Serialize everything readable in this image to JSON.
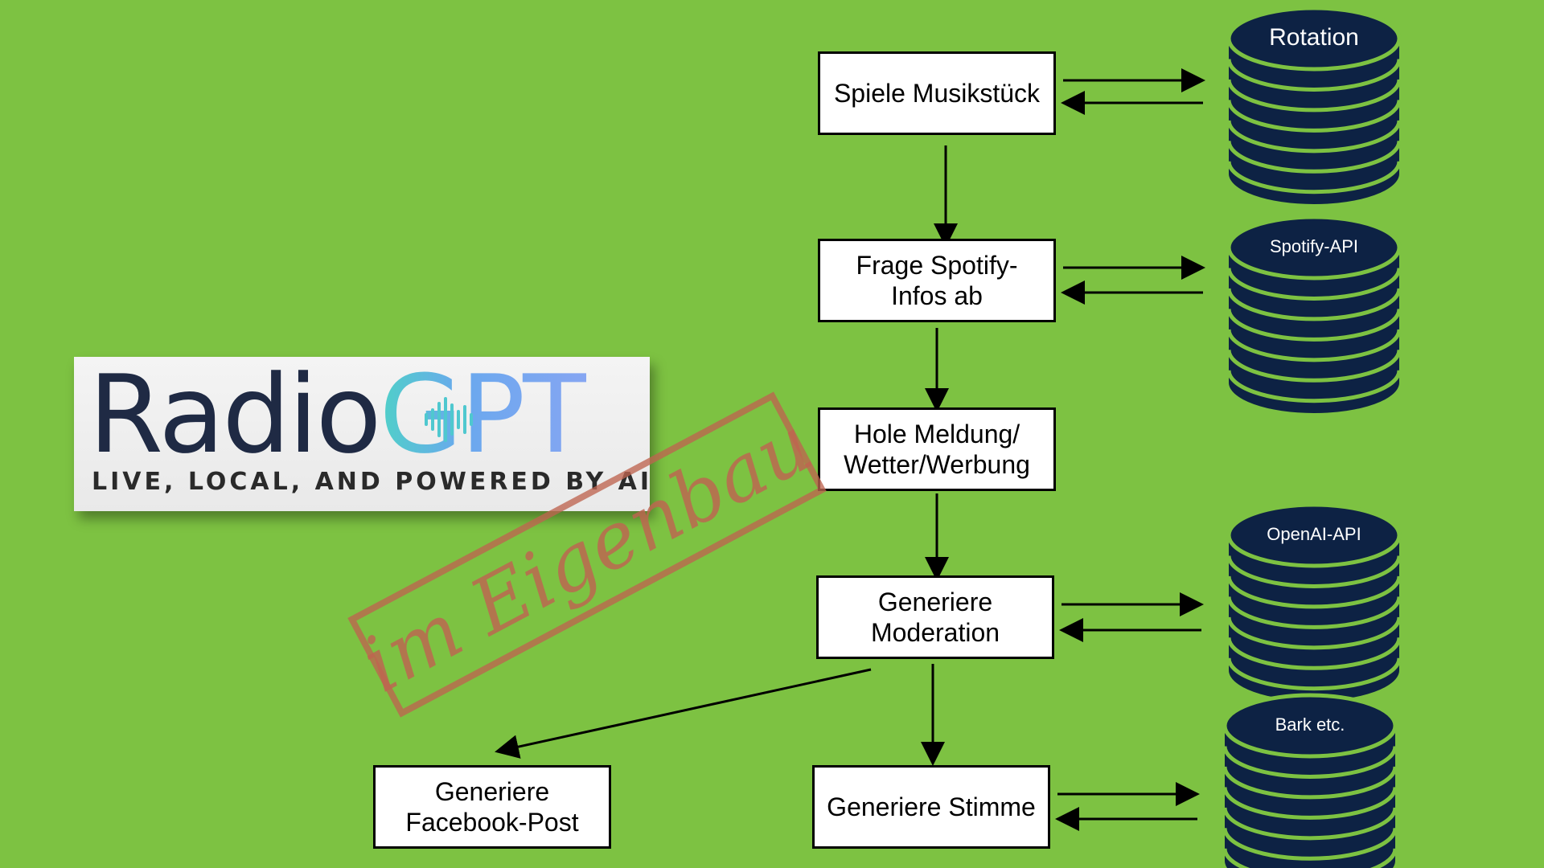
{
  "boxes": [
    {
      "id": "play",
      "label": "Spiele Musikstück"
    },
    {
      "id": "spotify",
      "label": "Frage Spotify-\nInfos ab"
    },
    {
      "id": "fetch",
      "label": "Hole Meldung/\nWetter/Werbung"
    },
    {
      "id": "moderation",
      "label": "Generiere\nModeration"
    },
    {
      "id": "voice",
      "label": "Generiere Stimme"
    },
    {
      "id": "facebook",
      "label": "Generiere\nFacebook-Post"
    }
  ],
  "databases": [
    {
      "id": "rotation",
      "label": "Rotation"
    },
    {
      "id": "spotify-api",
      "label": "Spotify-API"
    },
    {
      "id": "openai-api",
      "label": "OpenAI-API"
    },
    {
      "id": "bark",
      "label": "Bark etc."
    }
  ],
  "logo": {
    "word_left": "Radio",
    "word_right": "GPT",
    "tagline": "LIVE, LOCAL, AND POWERED BY AI"
  },
  "stamp": {
    "text": "im Eigenbau"
  },
  "colors": {
    "background": "#7dc242",
    "database_fill": "#0d2244",
    "database_stripe": "#7dc242",
    "box_border": "#000000",
    "stamp": "#be6450",
    "logo_radio": "#1f2a44",
    "logo_gpt": "#6aa8ee"
  }
}
